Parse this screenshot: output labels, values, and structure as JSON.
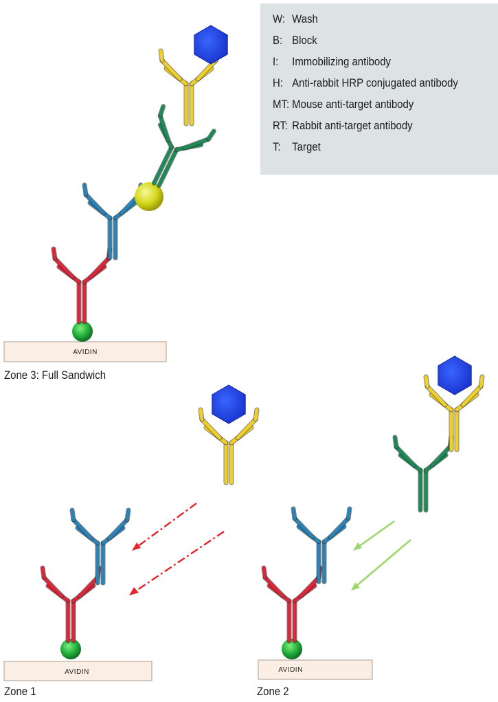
{
  "legend": {
    "items": [
      {
        "key": "W:",
        "label": "Wash"
      },
      {
        "key": "B:",
        "label": "Block"
      },
      {
        "key": "I:",
        "label": "Immobilizing antibody"
      },
      {
        "key": "H:",
        "label": "Anti-rabbit HRP conjugated antibody"
      },
      {
        "key": "MT:",
        "label": "Mouse anti-target antibody"
      },
      {
        "key": "RT:",
        "label": "Rabbit anti-target antibody"
      },
      {
        "key": "T:",
        "label": "Target"
      }
    ]
  },
  "base_label": "AVIDIN",
  "zones": {
    "full": {
      "label": "Zone 3:  Full Sandwich"
    },
    "zone1": {
      "label": "Zone 1"
    },
    "zone2": {
      "label": "Zone 2"
    }
  },
  "colors": {
    "immobilizing": "#d9283a",
    "mouse": "#2a82b5",
    "rabbit": "#1f8a58",
    "hrp_antibody": "#efcf2a",
    "hrp": "#1f40e0",
    "target": "#d4d81a",
    "avidin_bead": "#27b33f",
    "base_fill": "#fbeee4",
    "base_stroke": "#b7aaa2",
    "arrow_red": "#e8232b",
    "arrow_green": "#9ad86b"
  },
  "icons": {
    "antibody": "y-shaped-antibody-icon",
    "hrp": "blue-hexagon-icon",
    "target": "yellow-sphere-icon",
    "bead": "green-bead-icon"
  }
}
